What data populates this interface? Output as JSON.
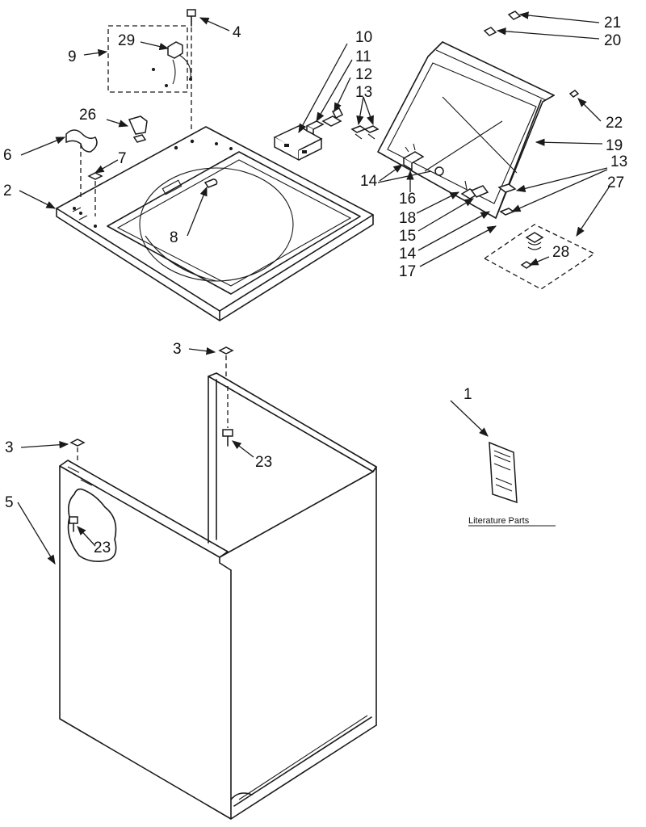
{
  "callouts": {
    "c1": "1",
    "c2": "2",
    "c3a": "3",
    "c3b": "3",
    "c4": "4",
    "c5": "5",
    "c6": "6",
    "c7": "7",
    "c8": "8",
    "c9": "9",
    "c10": "10",
    "c11": "11",
    "c12": "12",
    "c13a": "13",
    "c13b": "13",
    "c14a": "14",
    "c14b": "14",
    "c15": "15",
    "c16": "16",
    "c17": "17",
    "c18": "18",
    "c19": "19",
    "c20": "20",
    "c21": "21",
    "c22": "22",
    "c23a": "23",
    "c23b": "23",
    "c26": "26",
    "c27": "27",
    "c28": "28",
    "c29": "29"
  },
  "literature_label": "Literature Parts"
}
